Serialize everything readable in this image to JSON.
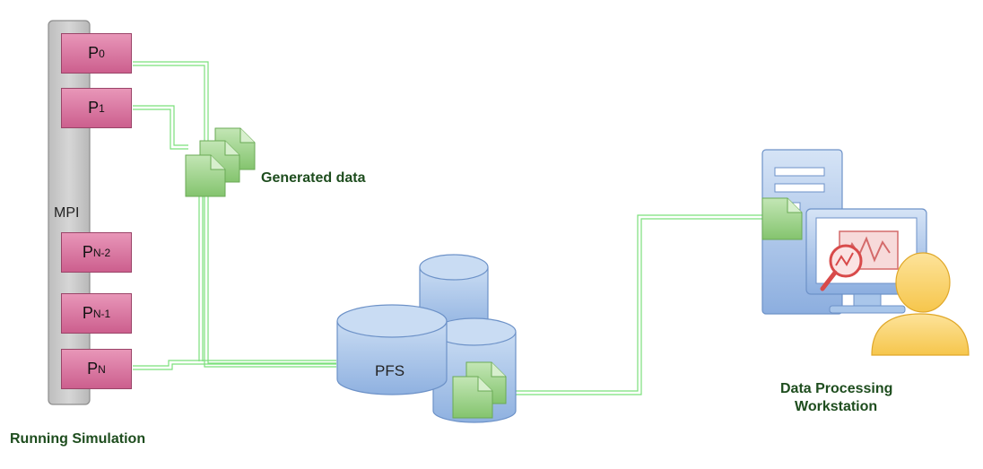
{
  "mpi_label": "MPI",
  "processes": [
    {
      "base": "P",
      "sub": "0"
    },
    {
      "base": "P",
      "sub": "1"
    },
    {
      "base": "P",
      "sub": "N-2"
    },
    {
      "base": "P",
      "sub": "N-1"
    },
    {
      "base": "P",
      "sub": "N"
    }
  ],
  "generated_data_label": "Generated data",
  "pfs_label": "PFS",
  "running_simulation_label": "Running Simulation",
  "workstation_label_line1": "Data Processing",
  "workstation_label_line2": "Workstation",
  "colors": {
    "process_fill_top": "#e896b8",
    "process_fill_bottom": "#cc5f8e",
    "link": "#7be07b",
    "document_fill": "#9ed18f",
    "storage_fill": "#a9c6ea",
    "caption_text": "#1e4d1e",
    "user_fill": "#fbd66a"
  }
}
